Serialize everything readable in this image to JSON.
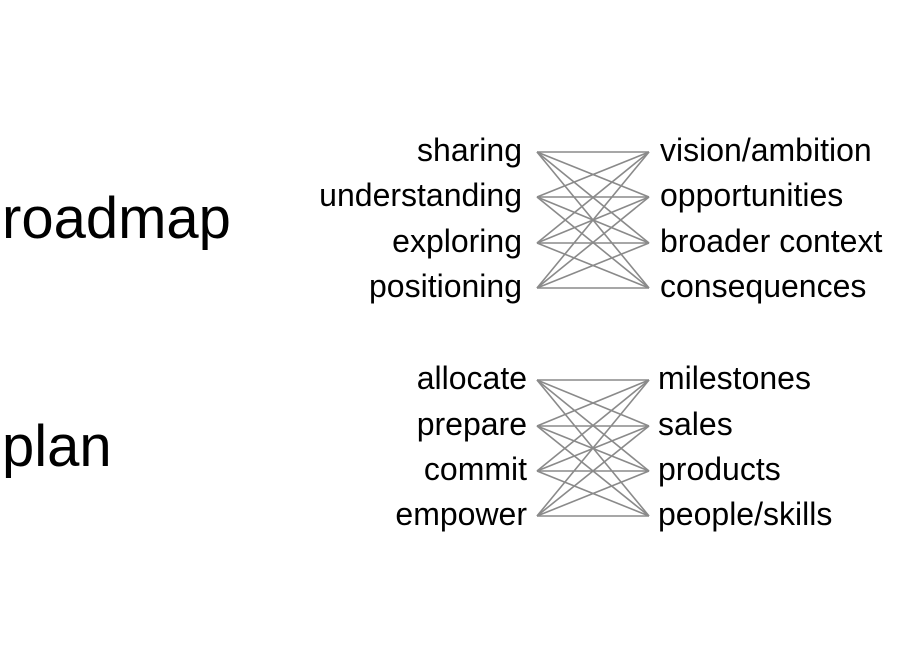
{
  "sections": [
    {
      "title": "roadmap",
      "left_terms": [
        "sharing",
        "understanding",
        "exploring",
        "positioning"
      ],
      "right_terms": [
        "vision/ambition",
        "opportunities",
        "broader context",
        "consequences"
      ]
    },
    {
      "title": "plan",
      "left_terms": [
        "allocate",
        "prepare",
        "commit",
        "empower"
      ],
      "right_terms": [
        "milestones",
        "sales",
        "products",
        "people/skills"
      ]
    }
  ],
  "colors": {
    "text": "#000000",
    "connector": "#8a8a8a",
    "background": "#ffffff"
  }
}
